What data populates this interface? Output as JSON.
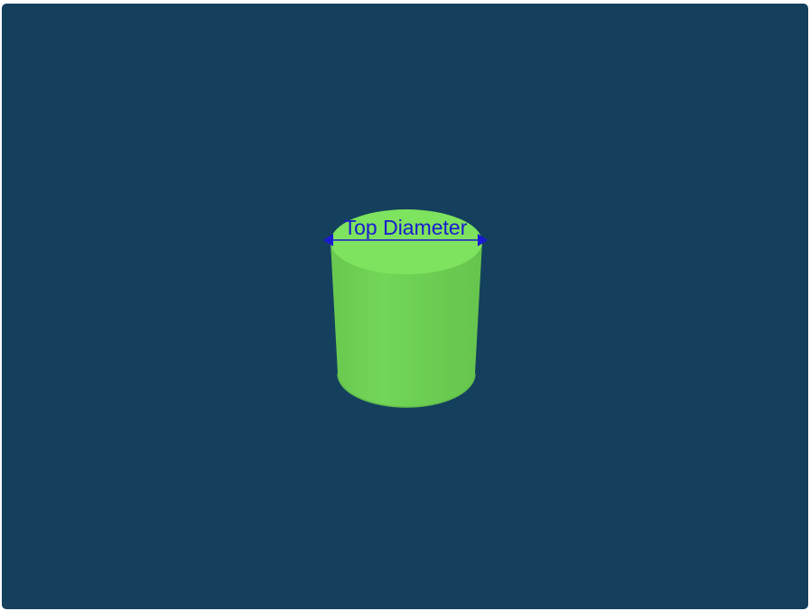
{
  "scene": {
    "background_color": "#14405d",
    "object": {
      "shape": "cylinder",
      "color": "#6fd155",
      "top_color": "#7ee35e"
    },
    "dimension": {
      "label": "Top Diameter",
      "color": "#1a1ad0",
      "style": "double-headed-arrow"
    }
  }
}
